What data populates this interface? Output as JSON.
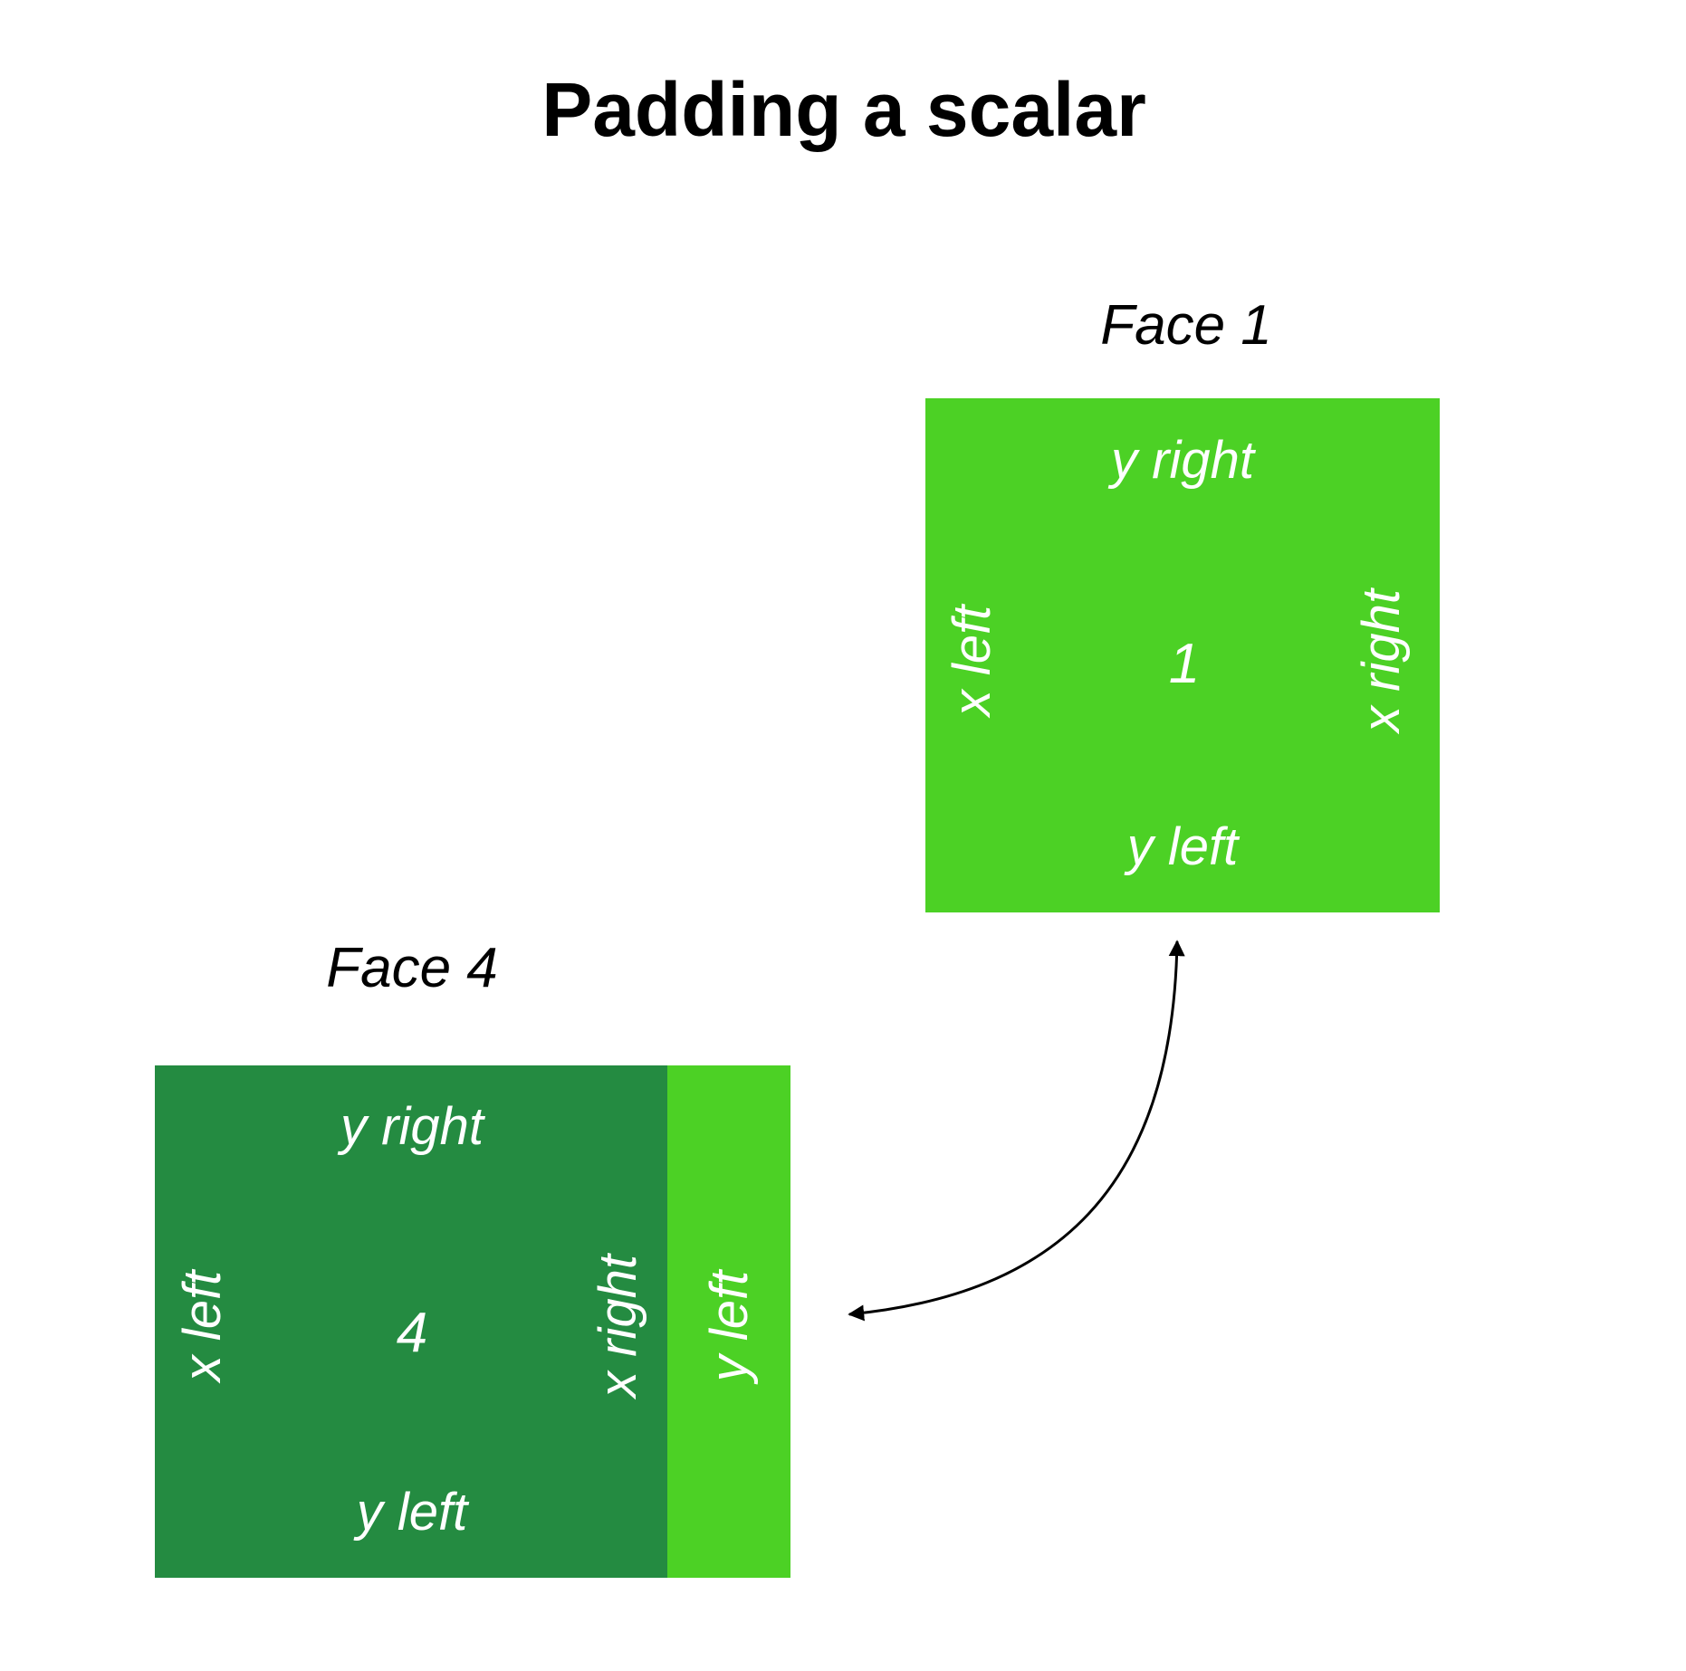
{
  "title": "Padding a scalar",
  "colors": {
    "face1_fill": "#4cd125",
    "face4_fill": "#248b41",
    "padding_fill": "#4cd125",
    "text_on_face": "#ffffff",
    "arrow": "#000000"
  },
  "face1": {
    "title": "Face 1",
    "center": "1",
    "top": "y right",
    "bottom": "y left",
    "left": "x left",
    "right": "x right"
  },
  "face4": {
    "title": "Face 4",
    "center": "4",
    "top": "y right",
    "bottom": "y left",
    "left": "x left",
    "right": "x right"
  },
  "padding_strip": {
    "label": "y left"
  }
}
